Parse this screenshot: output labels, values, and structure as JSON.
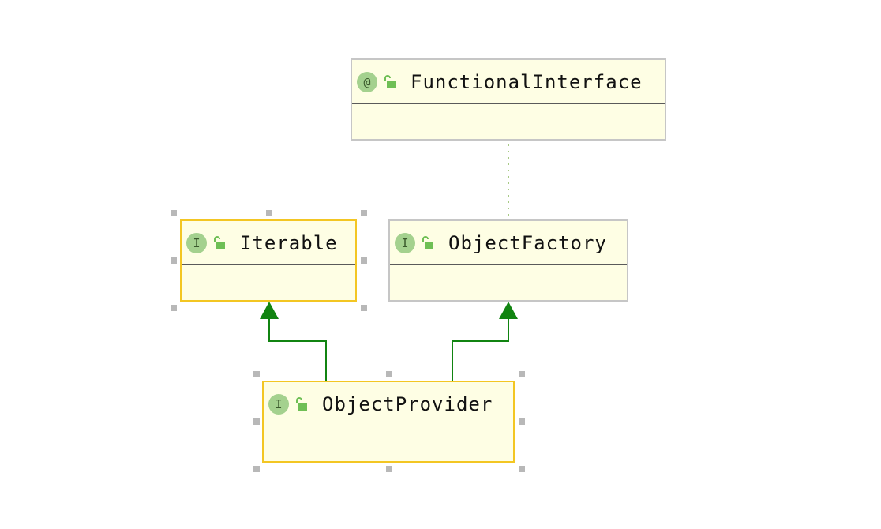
{
  "diagram": {
    "nodes": [
      {
        "id": "functional_interface",
        "badge": "@",
        "name": "FunctionalInterface",
        "kind": "annotation",
        "selected": false
      },
      {
        "id": "iterable",
        "badge": "I",
        "name": "Iterable",
        "kind": "interface",
        "selected": true
      },
      {
        "id": "object_factory",
        "badge": "I",
        "name": "ObjectFactory",
        "kind": "interface",
        "selected": false
      },
      {
        "id": "object_provider",
        "badge": "I",
        "name": "ObjectProvider",
        "kind": "interface",
        "selected": true
      }
    ],
    "edges": [
      {
        "from": "object_provider",
        "to": "iterable",
        "type": "extends"
      },
      {
        "from": "object_provider",
        "to": "object_factory",
        "type": "extends"
      },
      {
        "from": "object_factory",
        "to": "functional_interface",
        "type": "annotated-with"
      }
    ],
    "colors": {
      "node_fill": "#fefee4",
      "node_border": "#c6c6c6",
      "selected_border": "#f3c623",
      "badge": "#a4d18e",
      "inheritance_arrow": "#118411",
      "annotation_link": "#8bb85d"
    },
    "icons": {
      "visibility": "unlock-icon"
    }
  }
}
